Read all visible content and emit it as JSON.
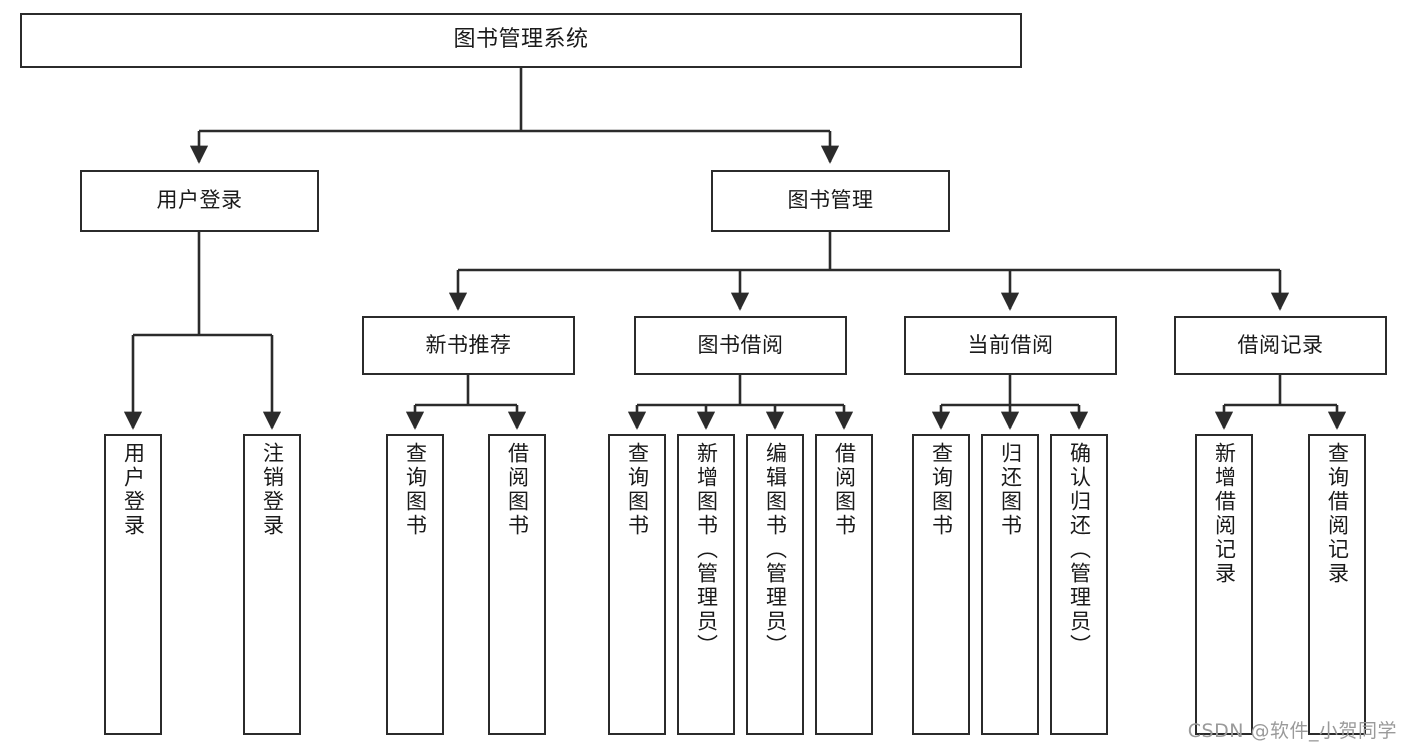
{
  "diagram": {
    "title": "图书管理系统",
    "type": "tree",
    "colors": {
      "box_border": "#2b2b2b",
      "box_fill": "#ffffff",
      "edge": "#2b2b2b",
      "text": "#1a1a1a",
      "watermark": "#9a9a9a"
    },
    "root": {
      "label": "图书管理系统"
    },
    "level2": [
      {
        "label": "用户登录"
      },
      {
        "label": "图书管理"
      }
    ],
    "level3": [
      {
        "label": "新书推荐"
      },
      {
        "label": "图书借阅"
      },
      {
        "label": "当前借阅"
      },
      {
        "label": "借阅记录"
      }
    ],
    "leaves": {
      "user_login": [
        {
          "label": "用户登录"
        },
        {
          "label": "注销登录"
        }
      ],
      "new_book": [
        {
          "label": "查询图书"
        },
        {
          "label": "借阅图书"
        }
      ],
      "book_borrow": [
        {
          "label": "查询图书"
        },
        {
          "label": "新增图书（管理员）"
        },
        {
          "label": "编辑图书（管理员）"
        },
        {
          "label": "借阅图书"
        }
      ],
      "current_borrow": [
        {
          "label": "查询图书"
        },
        {
          "label": "归还图书"
        },
        {
          "label": "确认归还（管理员）"
        }
      ],
      "borrow_record": [
        {
          "label": "新增借阅记录"
        },
        {
          "label": "查询借阅记录"
        }
      ]
    }
  },
  "watermark": {
    "text": "CSDN @软件_小贺同学"
  }
}
